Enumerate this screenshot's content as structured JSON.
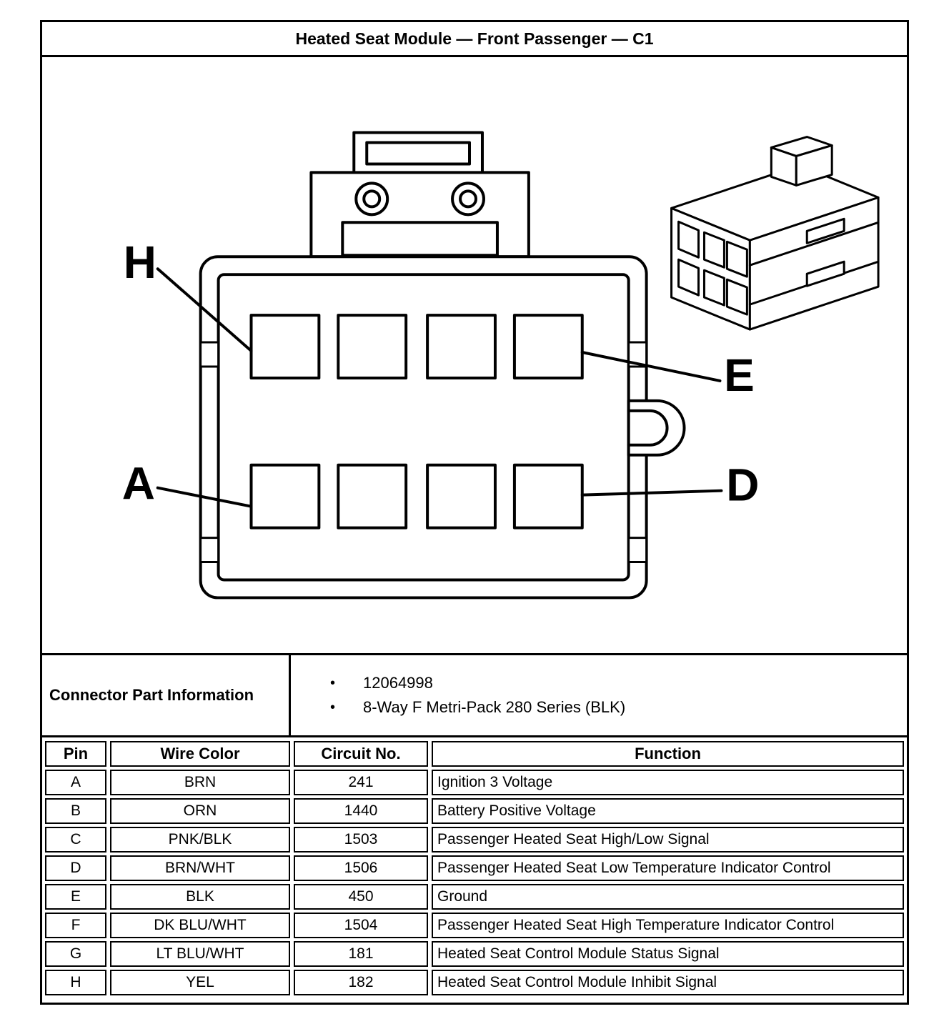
{
  "title": "Heated Seat Module — Front Passenger — C1",
  "diagram": {
    "pin_labels": {
      "top_left": "H",
      "bottom_left": "A",
      "right_top": "E",
      "right_bottom": "D"
    }
  },
  "connector_info": {
    "label": "Connector Part Information",
    "bullet": "•",
    "items": [
      "12064998",
      "8-Way F Metri-Pack 280 Series (BLK)"
    ]
  },
  "pin_table": {
    "headers": [
      "Pin",
      "Wire Color",
      "Circuit No.",
      "Function"
    ],
    "rows": [
      {
        "pin": "A",
        "wire_color": "BRN",
        "circuit_no": "241",
        "function": "Ignition 3 Voltage"
      },
      {
        "pin": "B",
        "wire_color": "ORN",
        "circuit_no": "1440",
        "function": "Battery Positive Voltage"
      },
      {
        "pin": "C",
        "wire_color": "PNK/BLK",
        "circuit_no": "1503",
        "function": "Passenger Heated Seat High/Low Signal"
      },
      {
        "pin": "D",
        "wire_color": "BRN/WHT",
        "circuit_no": "1506",
        "function": "Passenger Heated Seat Low Temperature Indicator Control"
      },
      {
        "pin": "E",
        "wire_color": "BLK",
        "circuit_no": "450",
        "function": "Ground"
      },
      {
        "pin": "F",
        "wire_color": "DK BLU/WHT",
        "circuit_no": "1504",
        "function": "Passenger Heated Seat High Temperature Indicator Control"
      },
      {
        "pin": "G",
        "wire_color": "LT BLU/WHT",
        "circuit_no": "181",
        "function": "Heated Seat Control Module Status Signal"
      },
      {
        "pin": "H",
        "wire_color": "YEL",
        "circuit_no": "182",
        "function": "Heated Seat Control Module Inhibit Signal"
      }
    ]
  }
}
